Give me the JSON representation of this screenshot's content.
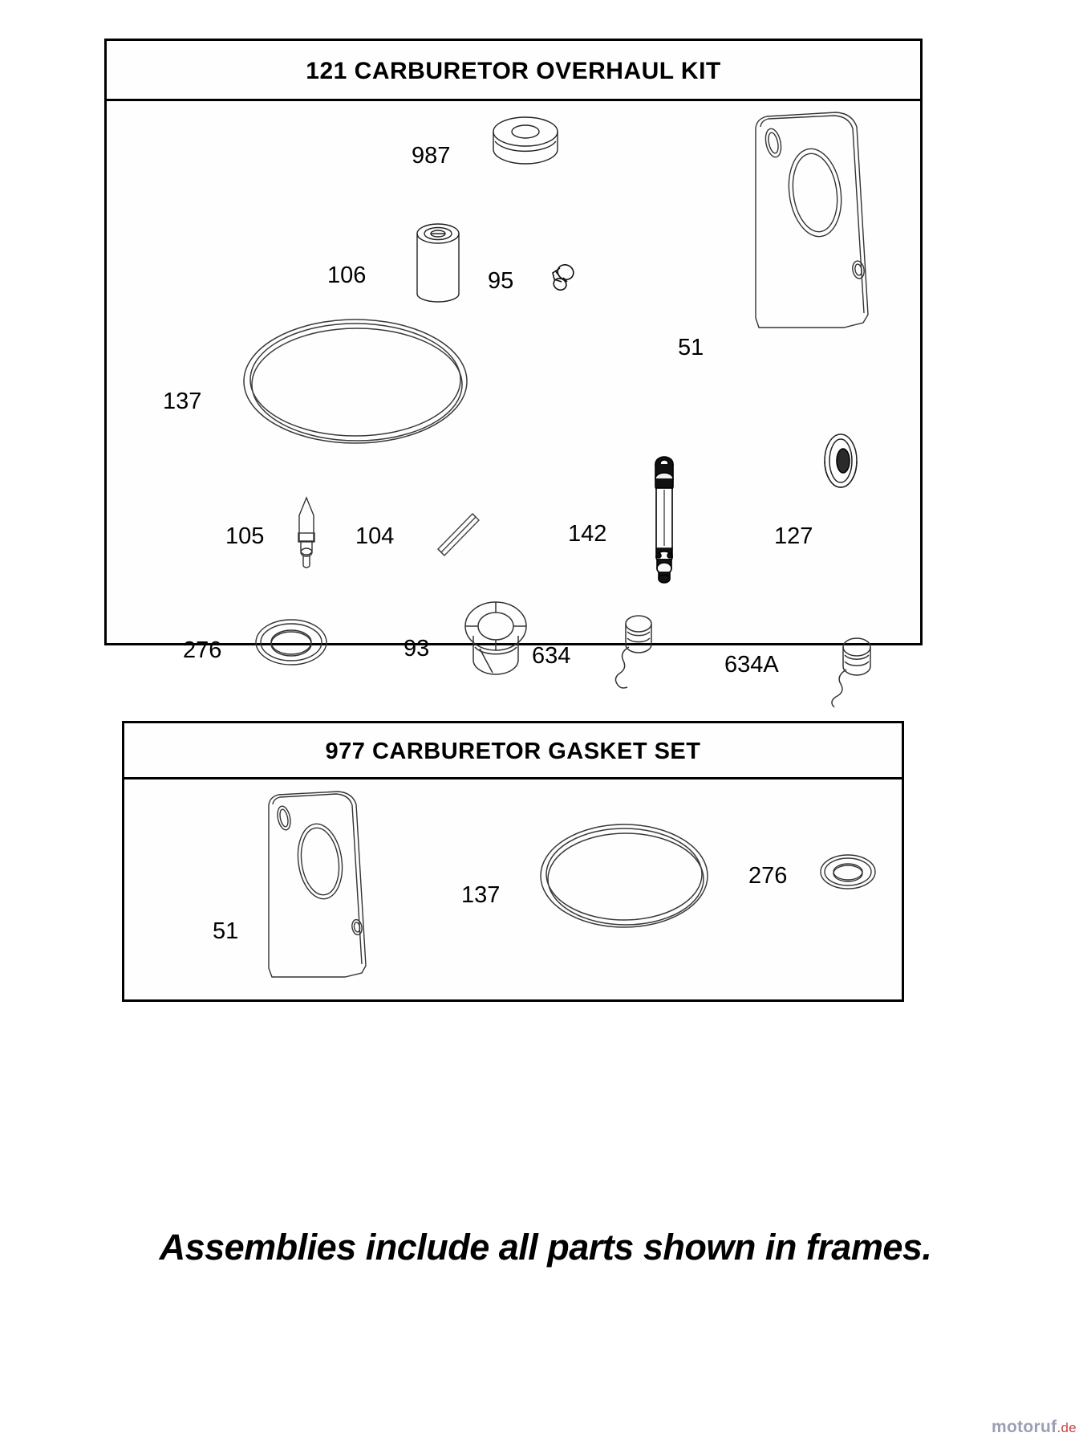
{
  "document": {
    "footer_caption": "Assemblies include all parts shown in frames.",
    "watermark_main": "motoruf",
    "watermark_tld": ".de"
  },
  "frames": [
    {
      "id": "overhaul-kit",
      "title": "121 CARBURETOR OVERHAUL KIT",
      "parts": [
        {
          "ref": "987",
          "icon": "ring-washer-icon"
        },
        {
          "ref": "106",
          "icon": "bushing-cylinder-icon"
        },
        {
          "ref": "95",
          "icon": "small-screw-icon"
        },
        {
          "ref": "51",
          "icon": "gasket-plate-icon"
        },
        {
          "ref": "137",
          "icon": "o-ring-icon"
        },
        {
          "ref": "105",
          "icon": "needle-valve-icon"
        },
        {
          "ref": "104",
          "icon": "float-pin-icon"
        },
        {
          "ref": "142",
          "icon": "main-jet-icon"
        },
        {
          "ref": "127",
          "icon": "eyelet-seal-icon"
        },
        {
          "ref": "276",
          "icon": "flat-washer-icon"
        },
        {
          "ref": "93",
          "icon": "valve-seat-icon"
        },
        {
          "ref": "634",
          "icon": "spring-icon"
        },
        {
          "ref": "634A",
          "icon": "spring-icon"
        }
      ]
    },
    {
      "id": "gasket-set",
      "title": "977 CARBURETOR GASKET SET",
      "parts": [
        {
          "ref": "51",
          "icon": "gasket-plate-icon"
        },
        {
          "ref": "137",
          "icon": "o-ring-icon"
        },
        {
          "ref": "276",
          "icon": "flat-washer-icon"
        }
      ]
    }
  ]
}
